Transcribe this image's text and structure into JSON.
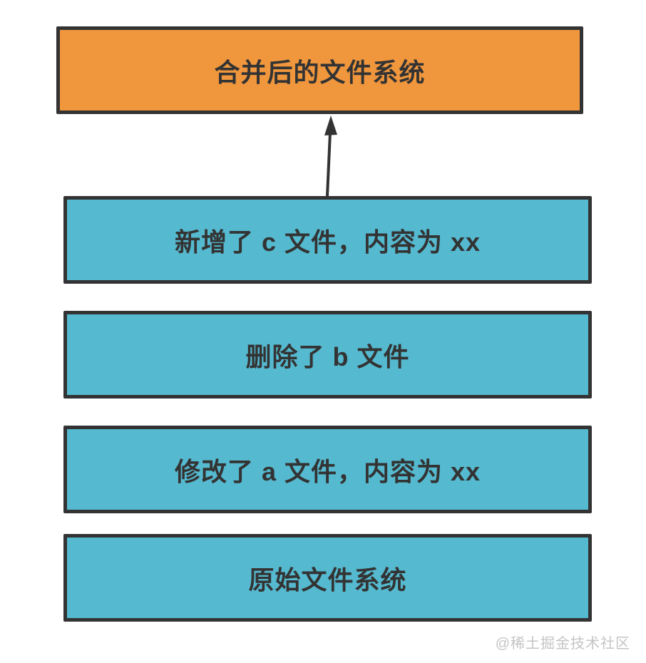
{
  "diagram": {
    "result_box": {
      "label": "合并后的文件系统"
    },
    "layer_boxes": [
      {
        "label": "新增了 c 文件，内容为 xx"
      },
      {
        "label": "删除了 b 文件"
      },
      {
        "label": "修改了 a 文件，内容为 xx"
      },
      {
        "label": "原始文件系统"
      }
    ],
    "colors": {
      "result_fill": "#F0963D",
      "layer_fill": "#55B9CF",
      "border": "#333333",
      "text": "#333333",
      "arrow": "#333333"
    }
  },
  "watermark": {
    "text": "@稀土掘金技术社区",
    "color": "#C4C4C4"
  }
}
